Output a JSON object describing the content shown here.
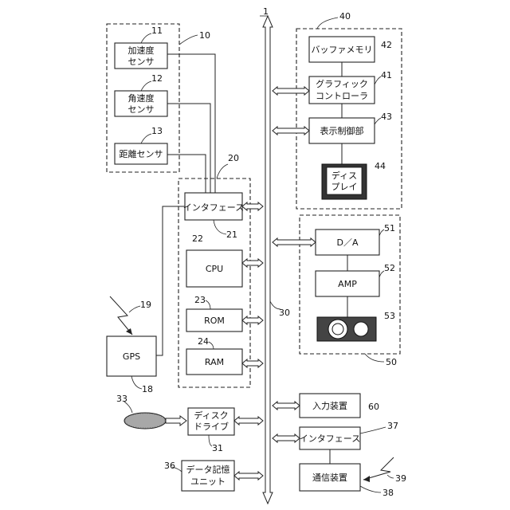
{
  "bus": {
    "ref": "1"
  },
  "refs": {
    "r10": "10",
    "r11": "11",
    "r12": "12",
    "r13": "13",
    "r20": "20",
    "r21": "21",
    "r22": "22",
    "r23": "23",
    "r24": "24",
    "r18": "18",
    "r19": "19",
    "r30": "30",
    "r31": "31",
    "r33": "33",
    "r36": "36",
    "r37": "37",
    "r38": "38",
    "r39": "39",
    "r40": "40",
    "r41": "41",
    "r42": "42",
    "r43": "43",
    "r44": "44",
    "r50": "50",
    "r51": "51",
    "r52": "52",
    "r53": "53",
    "r60": "60"
  },
  "sensors": {
    "accel": [
      "加速度",
      "センサ"
    ],
    "angular": [
      "角速度",
      "センサ"
    ],
    "distance": "距離センサ"
  },
  "computer": {
    "interface": "インタフェース",
    "cpu": "CPU",
    "rom": "ROM",
    "ram": "RAM"
  },
  "gps": "GPS",
  "disk_drive": [
    "ディスク",
    "ドライブ"
  ],
  "data_storage": [
    "データ記憶",
    "ユニット"
  ],
  "display_unit": {
    "buffer_memory": "バッファメモリ",
    "graphic_controller": [
      "グラフィック",
      "コントローラ"
    ],
    "display_control": "表示制御部",
    "display": [
      "ディス",
      "プレイ"
    ]
  },
  "audio_unit": {
    "da": "D／A",
    "amp": "AMP"
  },
  "input_device": "入力装置",
  "interface2": "インタフェース",
  "comm_device": "通信装置"
}
